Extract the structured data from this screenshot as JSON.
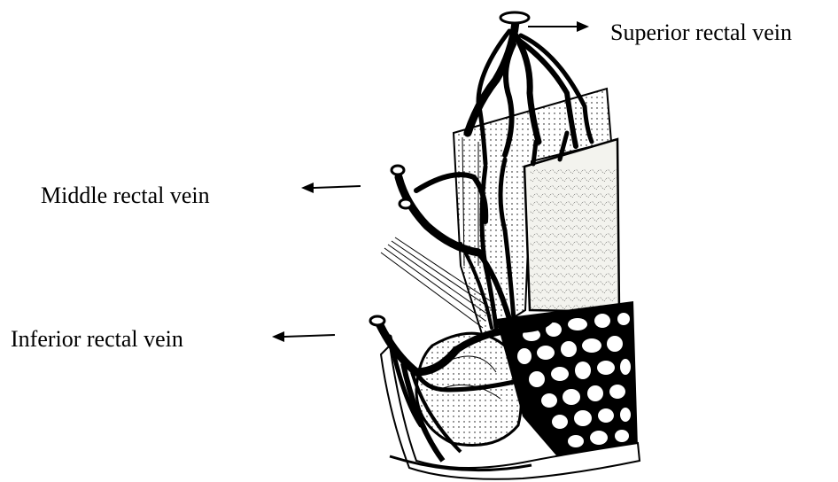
{
  "labels": {
    "superior": "Superior rectal vein",
    "middle": "Middle rectal vein",
    "inferior": "Inferior rectal vein"
  },
  "colors": {
    "ink": "#000000",
    "paper": "#ffffff",
    "tissue": "#f3f3ee"
  }
}
